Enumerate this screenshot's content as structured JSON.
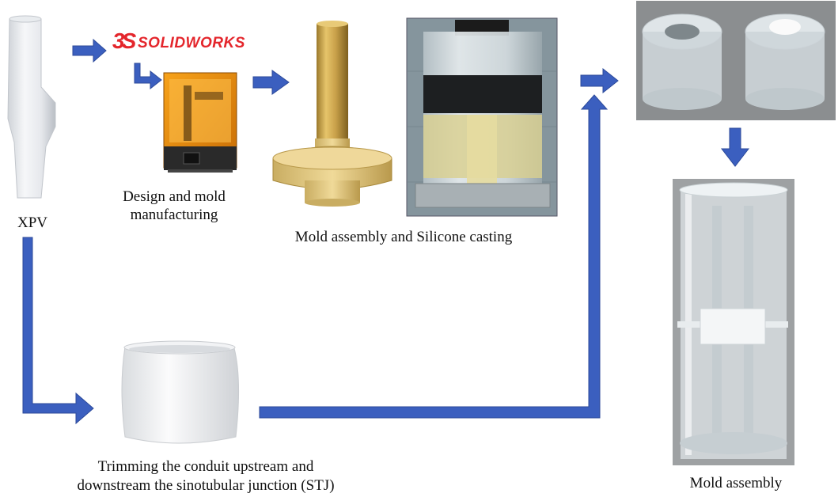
{
  "labels": {
    "xpv": "XPV",
    "design_line1": "Design and mold",
    "design_line2": "manufacturing",
    "mold_silicone": "Mold assembly and Silicone casting",
    "trim_line1": "Trimming the conduit upstream and",
    "trim_line2": "downstream the sinotubular junction (STJ)",
    "mold_assembly": "Mold assembly"
  },
  "logo": {
    "mark": "3S",
    "text": "SOLIDWORKS",
    "color": "#e4262c"
  },
  "colors": {
    "arrow": "#3b5fbf",
    "arrow_stroke": "#2c4a9a"
  }
}
